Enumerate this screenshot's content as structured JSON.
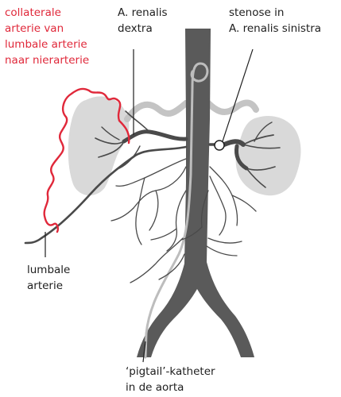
{
  "colors": {
    "collateral": "#e0283a",
    "vessel": "#4a4a4a",
    "aorta": "#5a5a5a",
    "catheter": "#bdbdbd",
    "kidney": "#d9d9d9",
    "vein": "#c4c4c4",
    "text": "#1e1e1e"
  },
  "labels": {
    "collateral": [
      "collaterale",
      "arterie van",
      "lumbale arterie",
      "naar nierarterie"
    ],
    "renalis_dextra": [
      "A. renalis",
      "dextra"
    ],
    "stenose": [
      "stenose in",
      "A. renalis sinistra"
    ],
    "lumbale": [
      "lumbale",
      "arterie"
    ],
    "pigtail": [
      "‘pigtail’-katheter",
      "in de aorta"
    ]
  }
}
